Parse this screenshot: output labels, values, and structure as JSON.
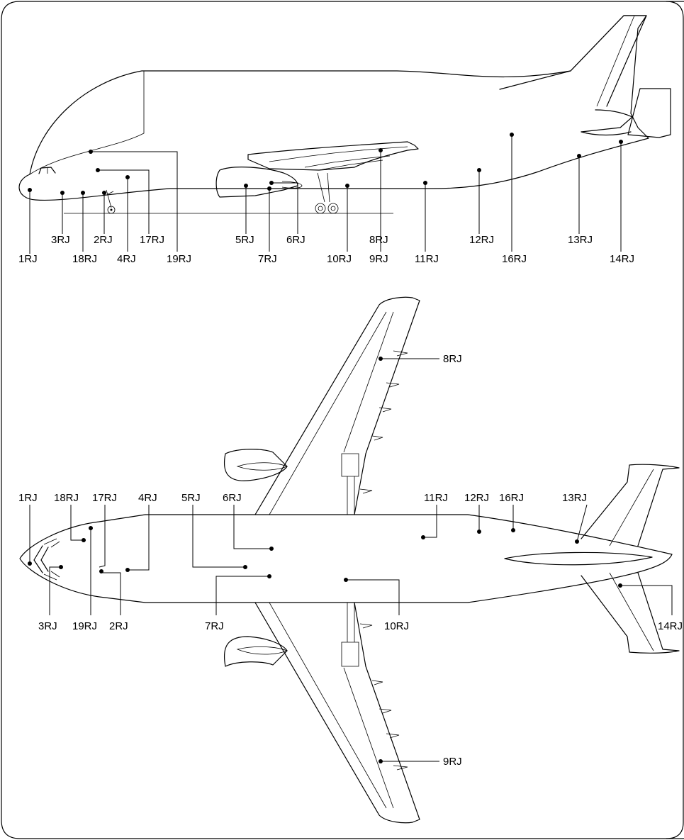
{
  "side_view": {
    "labels": [
      "1RJ",
      "3RJ",
      "18RJ",
      "2RJ",
      "4RJ",
      "17RJ",
      "19RJ",
      "5RJ",
      "7RJ",
      "6RJ",
      "10RJ",
      "8RJ",
      "9RJ",
      "11RJ",
      "12RJ",
      "16RJ",
      "13RJ",
      "14RJ"
    ]
  },
  "top_view": {
    "labels": [
      "1RJ",
      "18RJ",
      "17RJ",
      "4RJ",
      "5RJ",
      "6RJ",
      "3RJ",
      "19RJ",
      "2RJ",
      "7RJ",
      "10RJ",
      "8RJ",
      "9RJ",
      "11RJ",
      "12RJ",
      "16RJ",
      "13RJ",
      "14RJ"
    ]
  }
}
